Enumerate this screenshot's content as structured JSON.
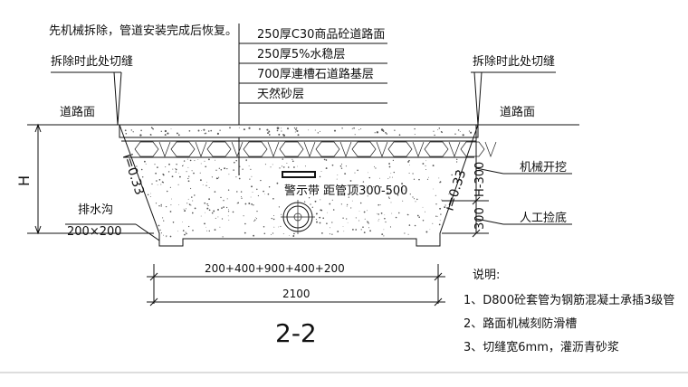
{
  "top_note": "先机械拆除，管道安装完成后恢复。",
  "layer_labels": [
    "250厚C30商品砼道路面",
    "250厚5%水稳层",
    "700厚連槽石道路基层",
    "天然砂层"
  ],
  "cut_left": "拆除时此处切缝",
  "cut_right": "拆除时此处切缝",
  "road_left": "道路面",
  "road_right": "道路面",
  "dim_h": "H",
  "slope_left": "i=0.33",
  "slope_right": "i=0.33",
  "ditch_label": "排水沟",
  "ditch_size": "200×200",
  "warning_tape": "警示带 距管顶300-500",
  "mech_dim": "H-300",
  "mech_label": "机械开挖",
  "manual_dim": "300",
  "manual_label": "人工捡底",
  "dim_parts": "200+400+900+400+200",
  "dim_total": "2100",
  "section_title": "2-2",
  "notes_title": "说明:",
  "notes": [
    "1、D800砼套管为钢筋混凝土承插3级管",
    "2、路面机械刻防滑槽",
    "3、切缝宽6mm，灌沥青砂浆"
  ]
}
